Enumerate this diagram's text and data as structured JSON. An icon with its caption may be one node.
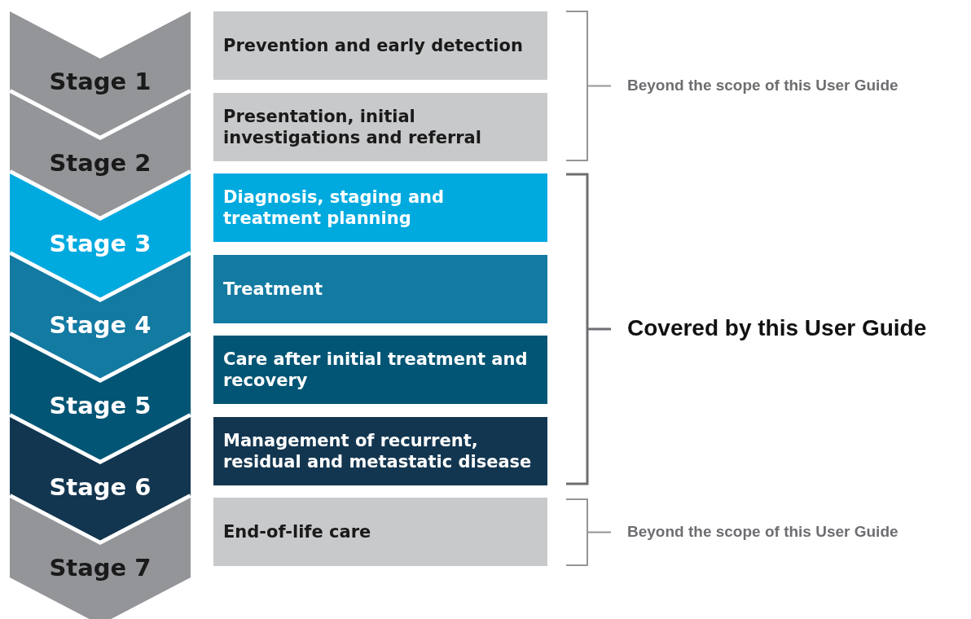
{
  "diagram": {
    "nodes": [
      {
        "text": [
          "Stage 1"
        ]
      },
      {
        "text": [
          "Stage 2"
        ]
      },
      {
        "text": [
          "Stage 3"
        ]
      },
      {
        "text": [
          "Stage 4"
        ]
      },
      {
        "text": [
          "Stage 5"
        ]
      },
      {
        "text": [
          "Stage 6"
        ]
      },
      {
        "text": [
          "Stage 7"
        ]
      },
      {
        "text": [
          "Prevention and early detection"
        ]
      },
      {
        "text": [
          "Presentation, initial investigations and referral"
        ]
      },
      {
        "text": [
          "Diagnosis, staging and treatment planning"
        ]
      },
      {
        "text": [
          "Treatment"
        ]
      },
      {
        "text": [
          "Care after initial treatment and recovery"
        ]
      },
      {
        "text": [
          "Management of recurrent, residual and metastatic disease"
        ]
      },
      {
        "text": [
          "End-of-life care"
        ]
      }
    ],
    "labels": [
      "Beyond the scope of this User Guide",
      "Covered by this User Guide",
      "Beyond the scope of this User Guide"
    ]
  }
}
